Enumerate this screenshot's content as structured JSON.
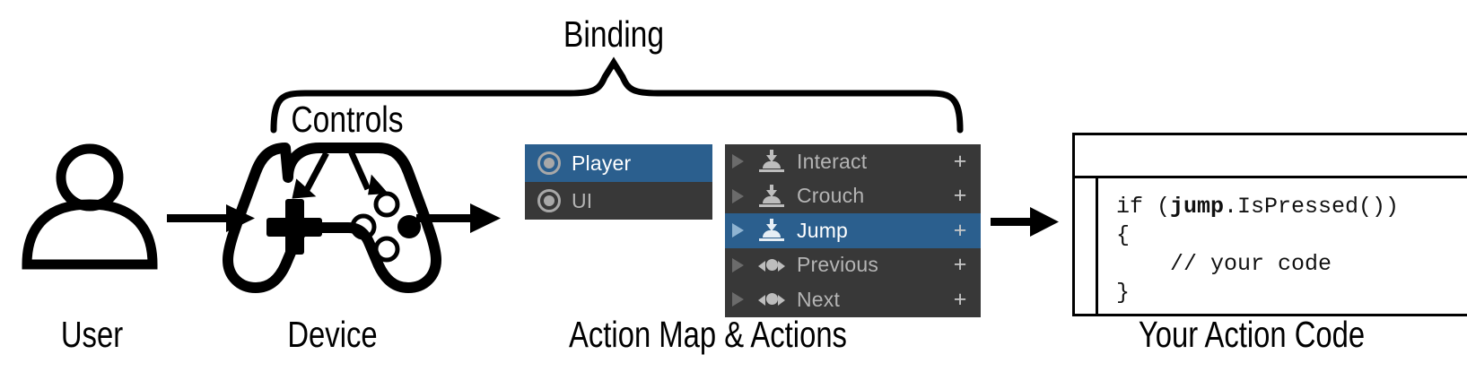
{
  "diagram": {
    "title_annotations": {
      "binding": "Binding",
      "controls": "Controls"
    },
    "captions": [
      {
        "id": "user",
        "text": "User"
      },
      {
        "id": "device",
        "text": "Device"
      },
      {
        "id": "action-map-actions",
        "text": "Action Map & Actions"
      },
      {
        "id": "your-action-code",
        "text": "Your Action Code"
      }
    ]
  },
  "action_map_panel": {
    "rows": [
      {
        "label": "Player",
        "icon": "action-map-icon",
        "selected": true
      },
      {
        "label": "UI",
        "icon": "action-map-icon",
        "selected": false
      }
    ]
  },
  "actions_panel": {
    "add_label": "+",
    "rows": [
      {
        "label": "Interact",
        "icon": "button-action-icon",
        "selected": false,
        "add": "+"
      },
      {
        "label": "Crouch",
        "icon": "button-action-icon",
        "selected": false,
        "add": "+"
      },
      {
        "label": "Jump",
        "icon": "button-action-icon",
        "selected": true,
        "add": "+"
      },
      {
        "label": "Previous",
        "icon": "axis-action-icon",
        "selected": false,
        "add": "+"
      },
      {
        "label": "Next",
        "icon": "axis-action-icon",
        "selected": false,
        "add": "+"
      }
    ]
  },
  "code_window": {
    "title": "",
    "lines": [
      "if (jump.IsPressed())",
      "{",
      "    // your code",
      "}"
    ],
    "bold_token": "jump"
  },
  "colors": {
    "panel_background": "#383838",
    "selection": "#2b5f8e",
    "row_text": "#b4b4b4",
    "selected_row_text": "#ffffff",
    "stroke": "#000000",
    "page_background": "#ffffff"
  }
}
